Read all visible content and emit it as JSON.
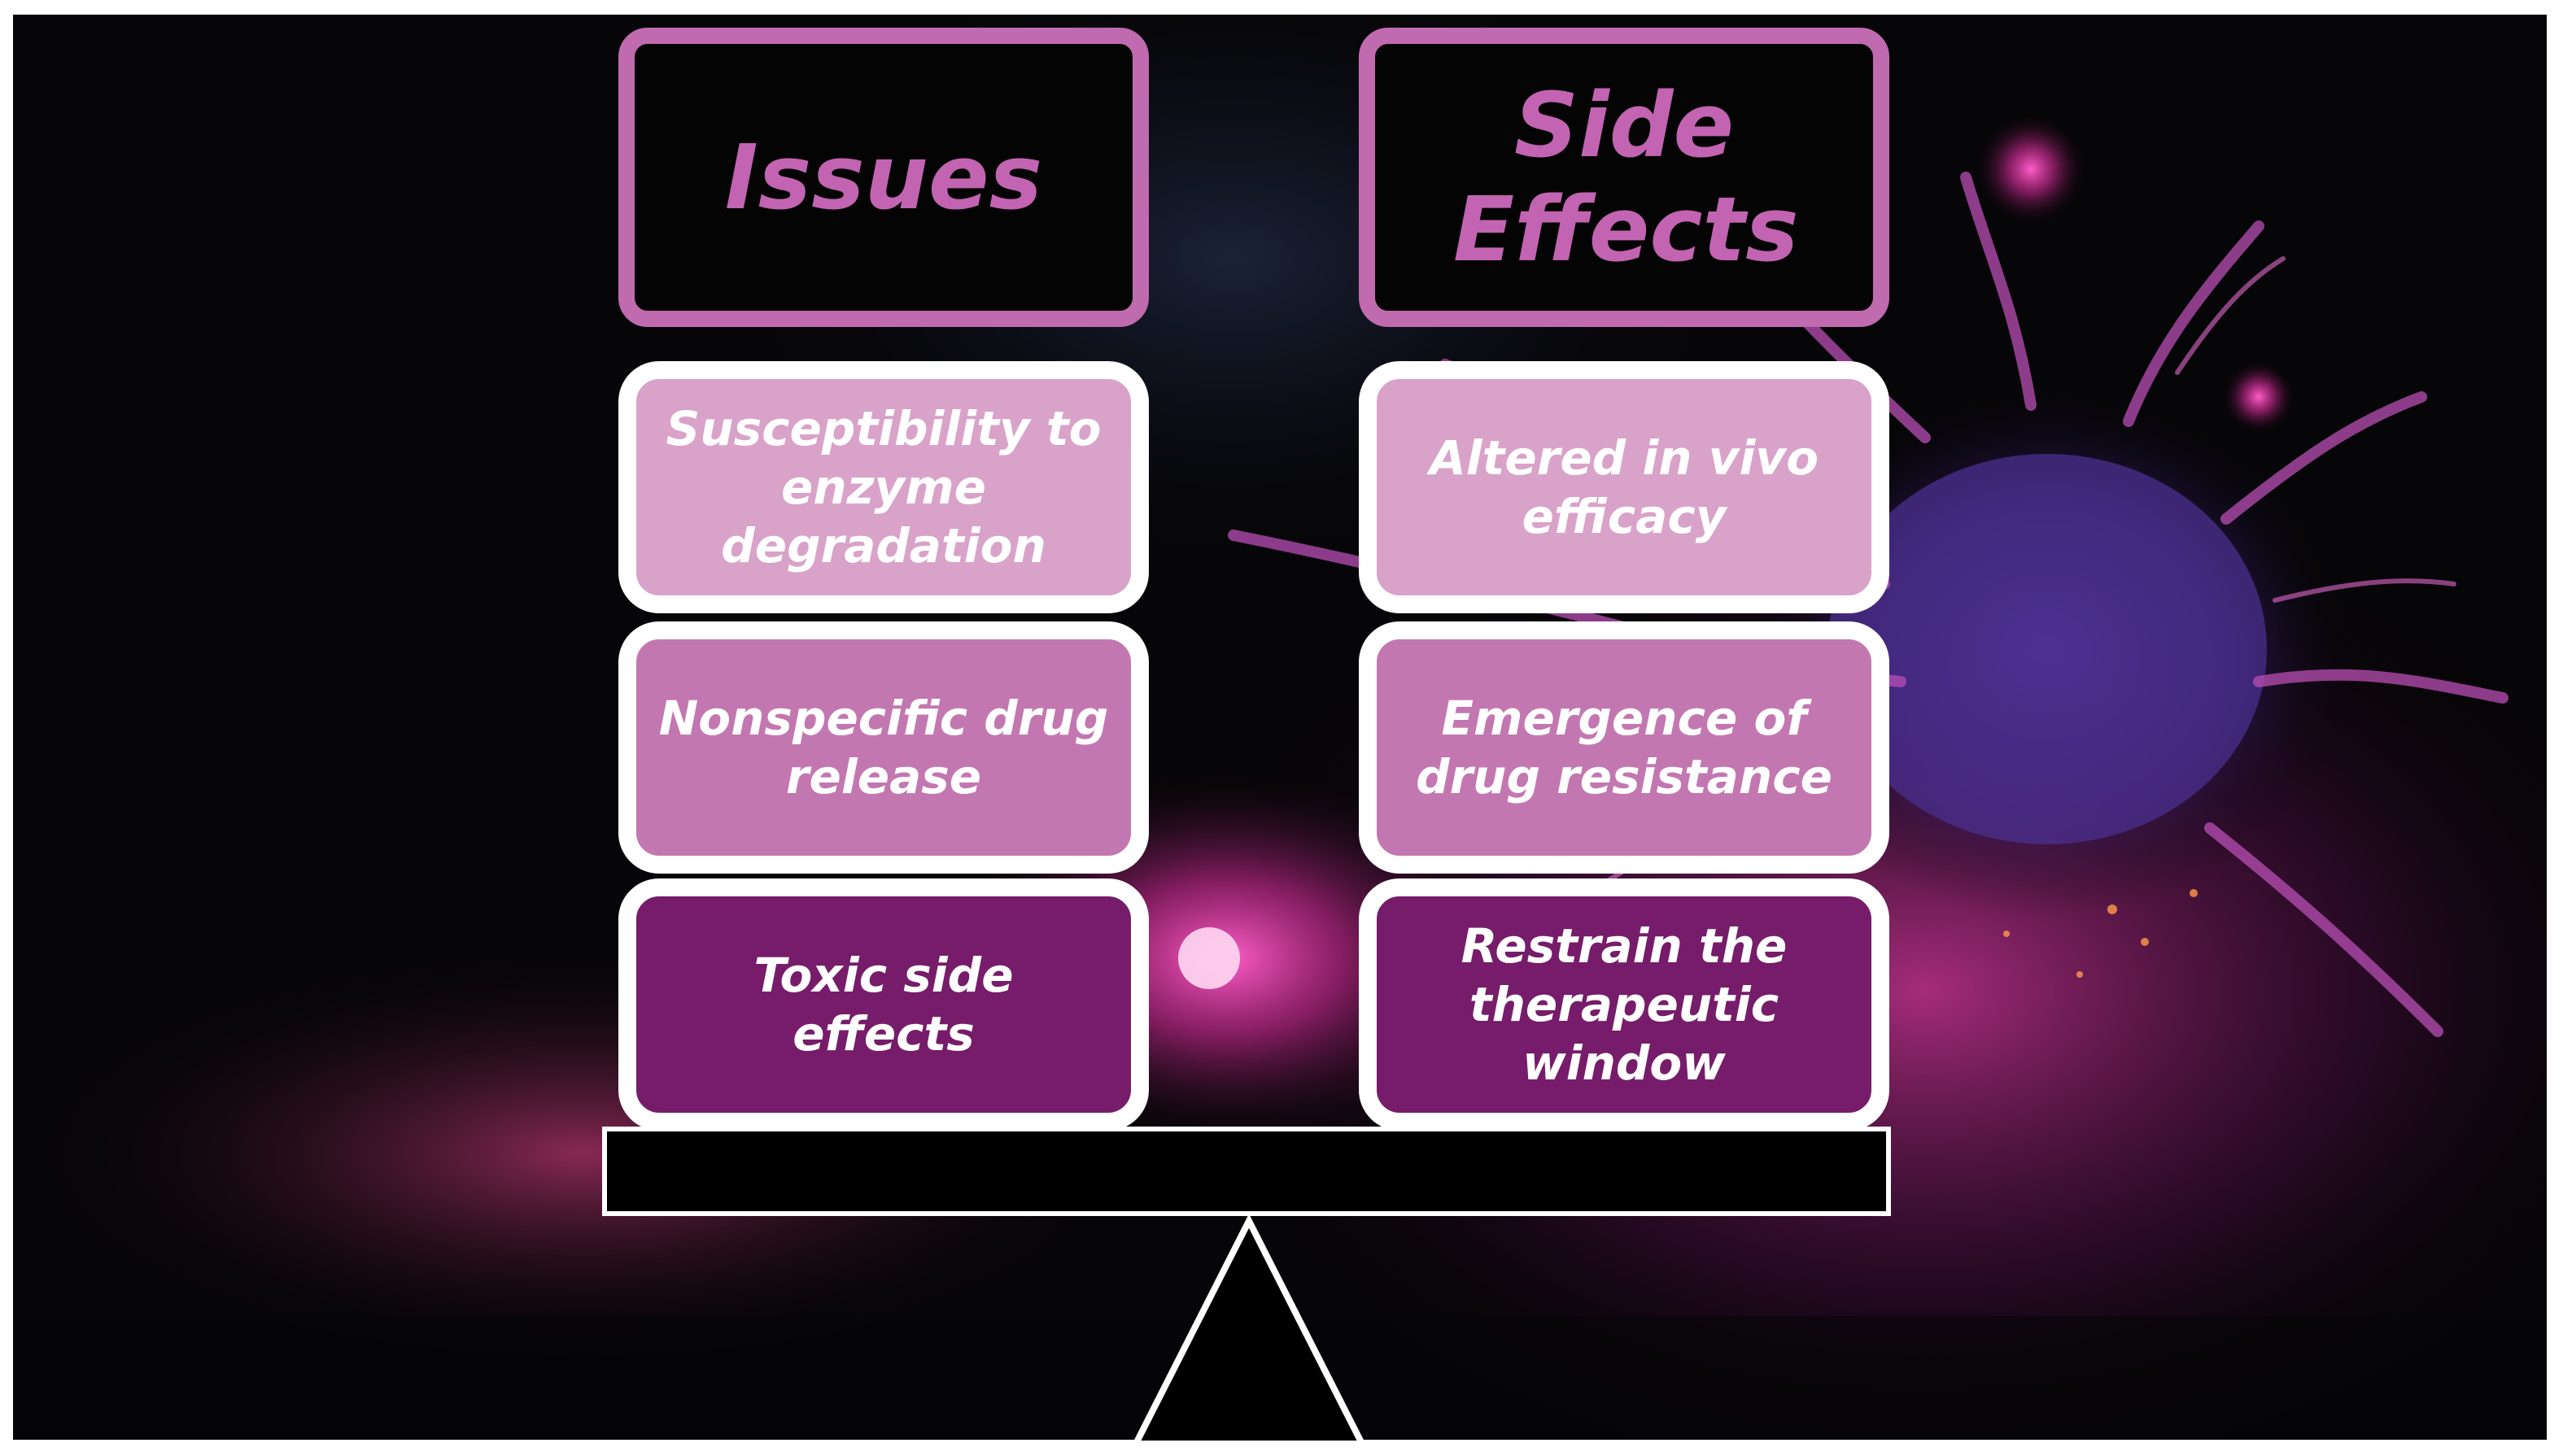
{
  "columns": {
    "left": {
      "header": "Issues",
      "items": [
        "Susceptibility to enzyme degradation",
        "Nonspecific drug release",
        "Toxic side effects"
      ]
    },
    "right": {
      "header": "Side Effects",
      "items": [
        "Altered in vivo efficacy",
        "Emergence of drug resistance",
        "Restrain the therapeutic window"
      ]
    }
  },
  "colors": {
    "background": "#060507",
    "header_border": "#c06aaf",
    "header_text": "#c264b2",
    "item_light": "#d9a2c9",
    "item_mid": "#c377b0",
    "item_dark": "#761c6a",
    "item_border": "#ffffff"
  }
}
